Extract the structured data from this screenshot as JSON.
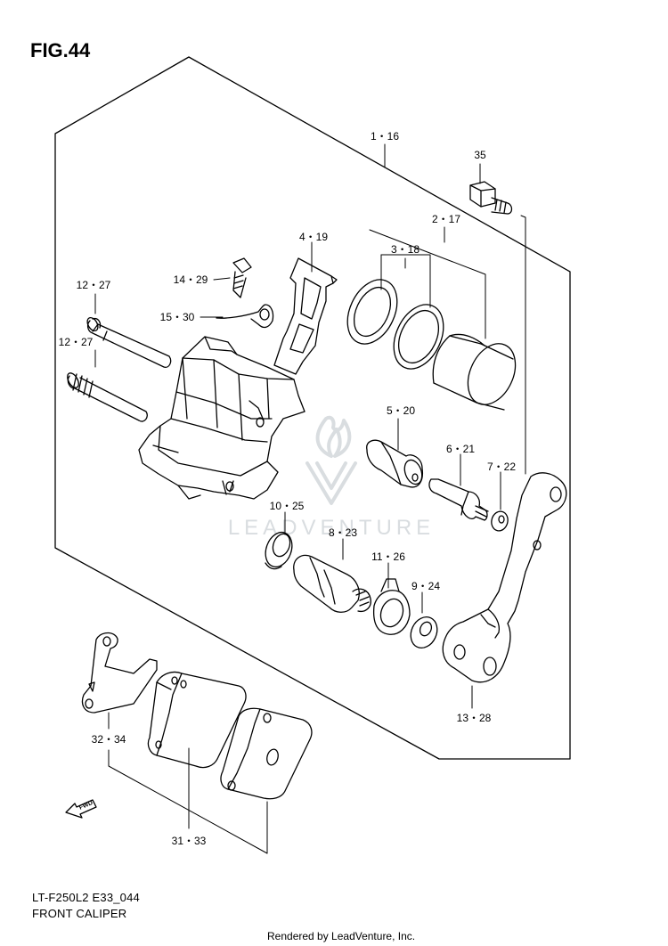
{
  "figure": {
    "title": "FIG.44",
    "code": "LT-F250L2 E33_044",
    "name": "FRONT CALIPER"
  },
  "watermark": {
    "text": "LEADVENTURE",
    "color": "#d9dde0"
  },
  "footer": "Rendered by LeadVenture, Inc.",
  "direction_arrow": "FWD",
  "callouts": {
    "c1": "1・16",
    "c2": "2・17",
    "c3": "3・18",
    "c4": "4・19",
    "c5": "5・20",
    "c6": "6・21",
    "c7": "7・22",
    "c8": "8・23",
    "c9": "9・24",
    "c10": "10・25",
    "c11": "11・26",
    "c12a": "12・27",
    "c12b": "12・27",
    "c13": "13・28",
    "c14": "14・29",
    "c15": "15・30",
    "c31": "31・33",
    "c32": "32・34",
    "c35": "35"
  }
}
